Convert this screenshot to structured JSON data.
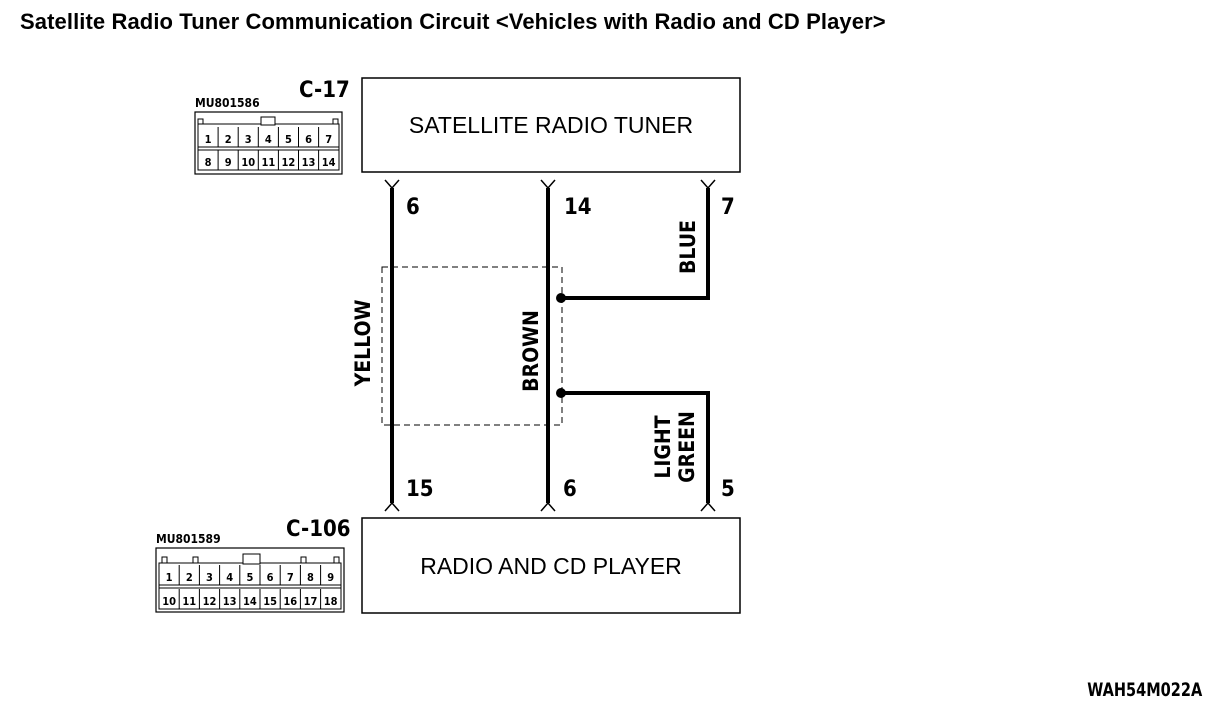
{
  "title": "Satellite Radio Tuner Communication Circuit <Vehicles with Radio and CD Player>",
  "diagram_code": "WAH54M022A",
  "components": {
    "tuner": {
      "connector": "C-17",
      "part_number": "MU801586",
      "label": "SATELLITE RADIO TUNER",
      "pins_row1": [
        "1",
        "2",
        "3",
        "4",
        "5",
        "6",
        "7"
      ],
      "pins_row2": [
        "8",
        "9",
        "10",
        "11",
        "12",
        "13",
        "14"
      ]
    },
    "player": {
      "connector": "C-106",
      "part_number": "MU801589",
      "label": "RADIO AND CD PLAYER",
      "pins_row1": [
        "1",
        "2",
        "3",
        "4",
        "5",
        "6",
        "7",
        "8",
        "9"
      ],
      "pins_row2": [
        "10",
        "11",
        "12",
        "13",
        "14",
        "15",
        "16",
        "17",
        "18"
      ]
    }
  },
  "wires": {
    "yellow": {
      "color_label": "YELLOW",
      "tuner_pin": "6",
      "player_pin": "15"
    },
    "brown": {
      "color_label": "BROWN",
      "tuner_pin": "14",
      "player_pin": "6"
    },
    "blue": {
      "color_label": "BLUE",
      "tuner_pin": "7"
    },
    "light_green": {
      "color_label_line1": "LIGHT",
      "color_label_line2": "GREEN",
      "player_pin": "5"
    }
  }
}
